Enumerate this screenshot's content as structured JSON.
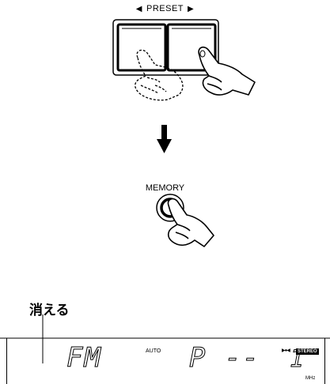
{
  "preset": {
    "label": "PRESET",
    "left_arrow": "◀",
    "right_arrow": "▶"
  },
  "memory": {
    "label": "MEMORY"
  },
  "annotation": {
    "erase_label": "消える"
  },
  "display": {
    "band": "FM",
    "auto_indicator": "AUTO",
    "preset_prefix": "P --",
    "preset_number": "1",
    "frequency_unit": "MHz",
    "play_indicator": "▶●◀",
    "stereo_indicator": "STEREO"
  }
}
